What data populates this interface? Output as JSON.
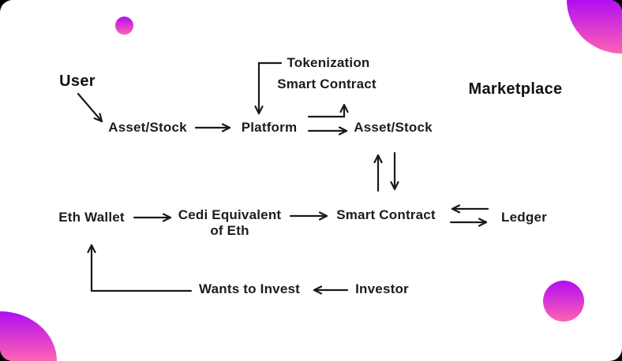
{
  "colors": {
    "page_background": "#000000",
    "card_background": "#ffffff",
    "text": "#1c1c1c",
    "arrow": "#1a1a1a",
    "blob_top": "#b10df2",
    "blob_bottom": "#ff63b3"
  },
  "diagram": {
    "titles": {
      "user": "User",
      "marketplace": "Marketplace"
    },
    "nodes": {
      "tokenization": "Tokenization",
      "smart_contract_top": "Smart Contract",
      "asset_stock_left": "Asset/Stock",
      "platform": "Platform",
      "asset_stock_right": "Asset/Stock",
      "smart_contract_mid": "Smart Contract",
      "ledger": "Ledger",
      "eth_wallet": "Eth Wallet",
      "cedi_equivalent_line1": "Cedi Equivalent",
      "cedi_equivalent_line2": "of Eth",
      "wants_to_invest": "Wants to Invest",
      "investor": "Investor"
    },
    "edges": [
      {
        "from": "User",
        "to": "Asset/Stock"
      },
      {
        "from": "Asset/Stock",
        "to": "Platform"
      },
      {
        "from": "Tokenization Smart Contract",
        "to": "Platform"
      },
      {
        "from": "Platform",
        "to": "Smart Contract (Tokenization)"
      },
      {
        "from": "Platform",
        "to": "Asset/Stock (Marketplace)"
      },
      {
        "from": "Asset/Stock (Marketplace)",
        "to": "Smart Contract",
        "bidirectional": true
      },
      {
        "from": "Eth Wallet",
        "to": "Cedi Equivalent of Eth"
      },
      {
        "from": "Cedi Equivalent of Eth",
        "to": "Smart Contract"
      },
      {
        "from": "Smart Contract",
        "to": "Ledger",
        "bidirectional": true
      },
      {
        "from": "Investor",
        "to": "Wants to Invest"
      },
      {
        "from": "Wants to Invest",
        "to": "Eth Wallet"
      }
    ]
  }
}
